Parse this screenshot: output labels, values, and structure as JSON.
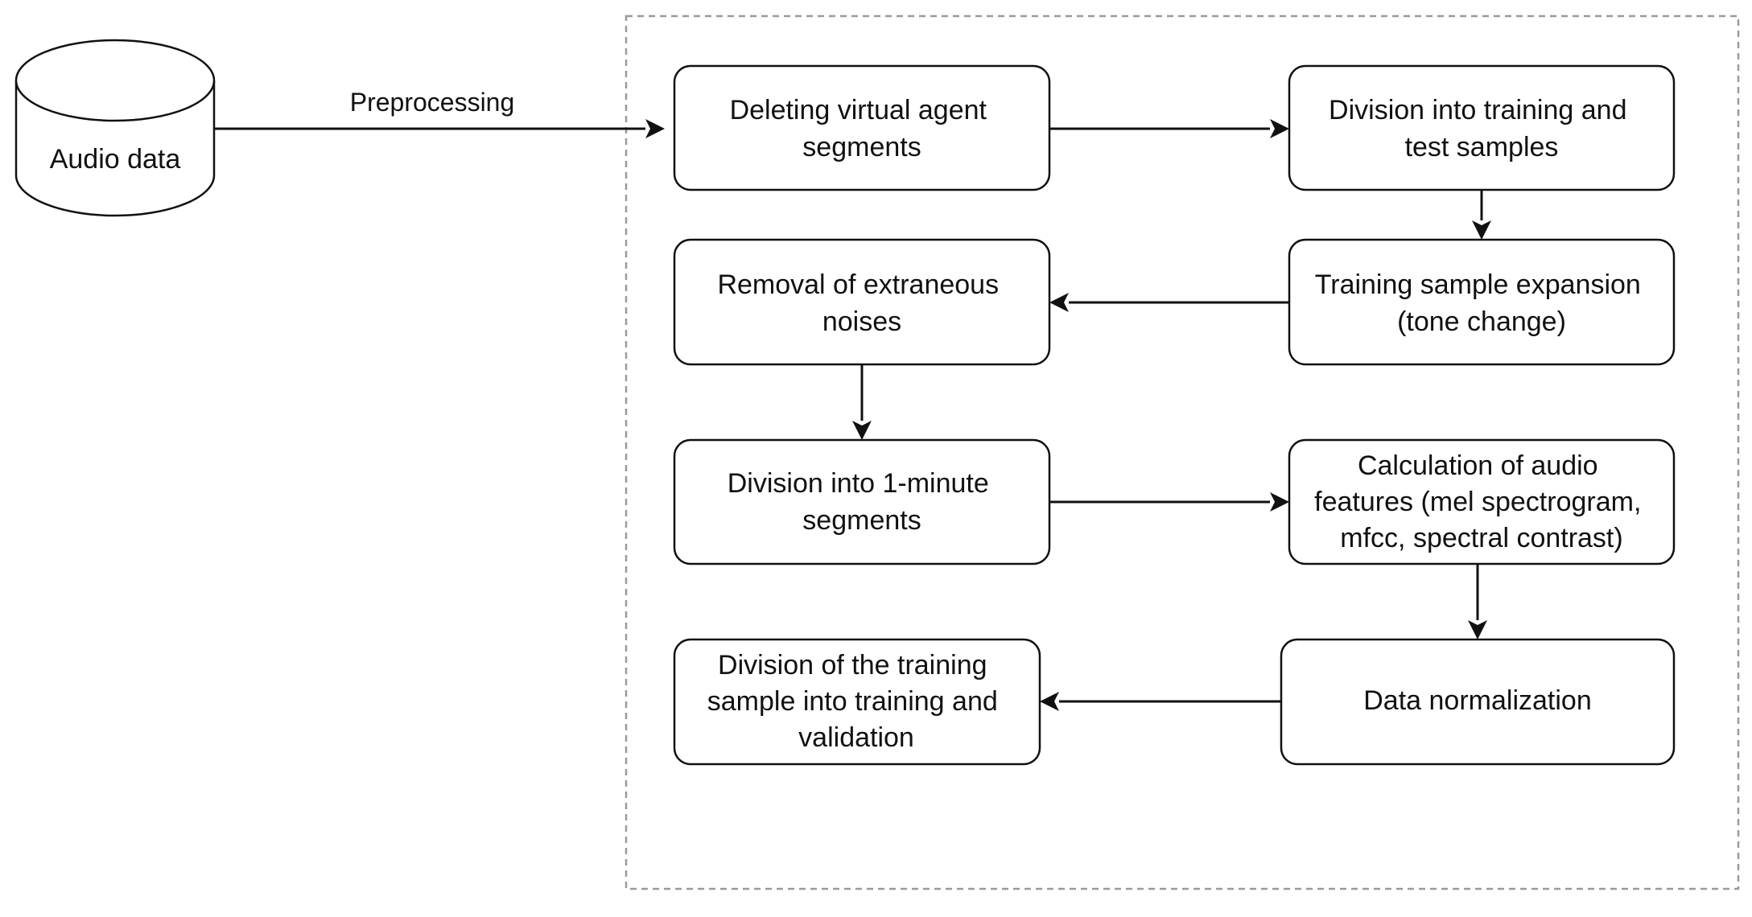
{
  "diagram": {
    "source": {
      "label": "Audio data"
    },
    "edge_label": "Preprocessing",
    "steps": [
      {
        "lines": [
          "Deleting virtual agent",
          "segments"
        ]
      },
      {
        "lines": [
          "Division into training and",
          "test samples"
        ]
      },
      {
        "lines": [
          "Training sample expansion",
          "(tone change)"
        ]
      },
      {
        "lines": [
          "Removal of extraneous",
          "noises"
        ]
      },
      {
        "lines": [
          "Division into 1-minute",
          "segments"
        ]
      },
      {
        "lines": [
          "Calculation of audio",
          "features (mel spectrogram,",
          "mfcc, spectral contrast)"
        ]
      },
      {
        "lines": [
          "Data normalization"
        ]
      },
      {
        "lines": [
          "Division of the training",
          "sample into training and",
          "validation"
        ]
      }
    ]
  },
  "colors": {
    "stroke": "#111111",
    "group_border": "#9a9a9a",
    "background": "#ffffff"
  }
}
